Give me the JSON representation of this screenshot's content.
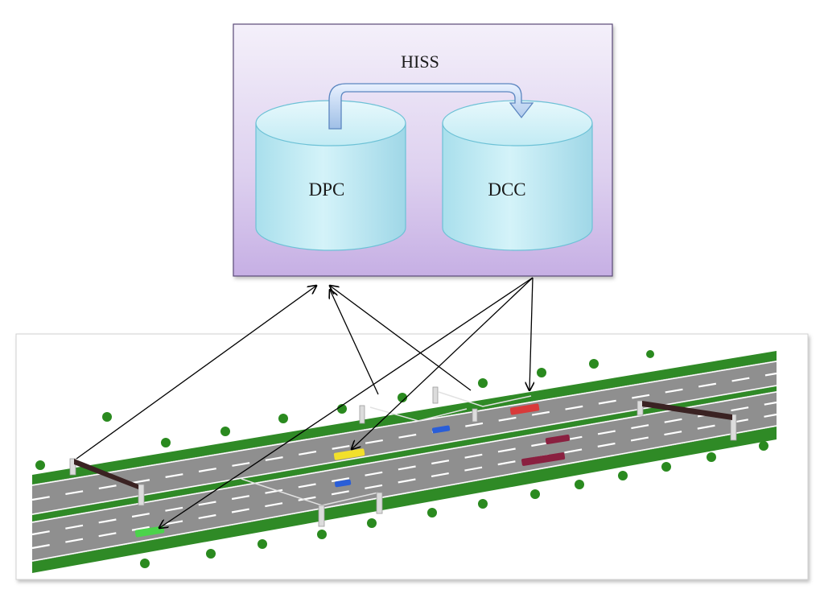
{
  "system": {
    "title": "HISS",
    "left_store": "DPC",
    "right_store": "DCC"
  },
  "colors": {
    "panel_fill_top": "#f3eefa",
    "panel_fill_bottom": "#c9b3e6",
    "panel_border": "#5a4a78",
    "cylinder_fill": "#bfeaf3",
    "cylinder_edge": "#69bfd4",
    "road_asphalt": "#8e8e8e",
    "road_grass": "#2f8a26",
    "arrow_color": "#000000"
  }
}
